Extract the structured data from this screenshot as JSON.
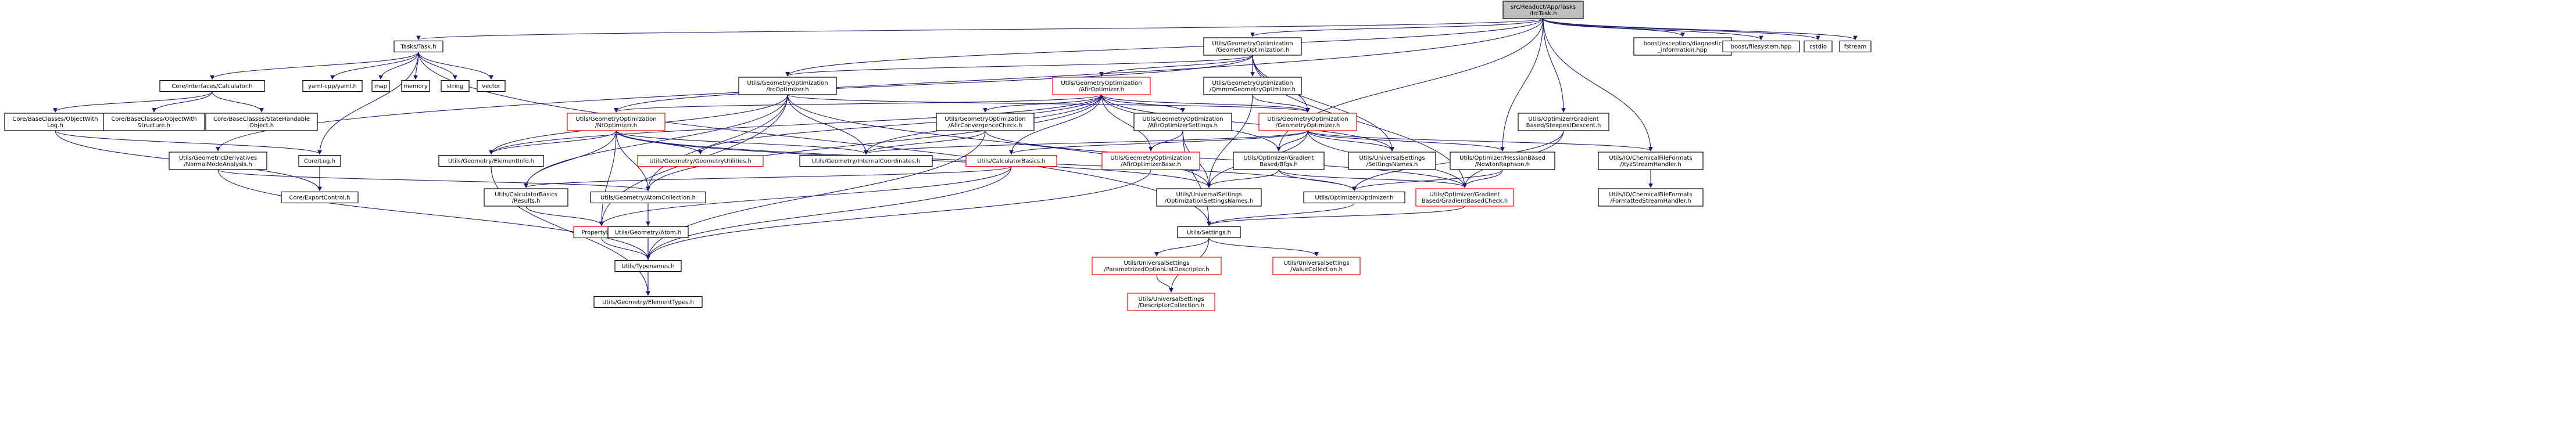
{
  "graph": {
    "title": "",
    "nodes": [
      {
        "id": "root",
        "lines": [
          "src/Readuct/App/Tasks",
          "/IrcTask.h"
        ],
        "style": "root"
      },
      {
        "id": "tasks_task",
        "lines": [
          "Tasks/Task.h"
        ],
        "style": "normal"
      },
      {
        "id": "geoopt",
        "lines": [
          "Utils/GeometryOptimization",
          "/GeometryOptimization.h"
        ],
        "style": "normal"
      },
      {
        "id": "boost_exc",
        "lines": [
          "boost/exception/diagnostic",
          "_information.hpp"
        ],
        "style": "gray"
      },
      {
        "id": "boost_fs",
        "lines": [
          "boost/filesystem.hpp"
        ],
        "style": "gray"
      },
      {
        "id": "cstdio",
        "lines": [
          "cstdio"
        ],
        "style": "gray"
      },
      {
        "id": "fstream",
        "lines": [
          "fstream"
        ],
        "style": "gray"
      },
      {
        "id": "calculator",
        "lines": [
          "Core/Interfaces/Calculator.h"
        ],
        "style": "normal"
      },
      {
        "id": "yaml",
        "lines": [
          "yaml-cpp/yaml.h"
        ],
        "style": "gray"
      },
      {
        "id": "map",
        "lines": [
          "map"
        ],
        "style": "gray"
      },
      {
        "id": "memory",
        "lines": [
          "memory"
        ],
        "style": "gray"
      },
      {
        "id": "string",
        "lines": [
          "string"
        ],
        "style": "gray"
      },
      {
        "id": "vector",
        "lines": [
          "vector"
        ],
        "style": "gray"
      },
      {
        "id": "ircopt",
        "lines": [
          "Utils/GeometryOptimization",
          "/IrcOptimizer.h"
        ],
        "style": "normal"
      },
      {
        "id": "afir",
        "lines": [
          "Utils/GeometryOptimization",
          "/AfirOptimizer.h"
        ],
        "style": "red"
      },
      {
        "id": "qmmm",
        "lines": [
          "Utils/GeometryOptimization",
          "/QmmmGeometryOptimizer.h"
        ],
        "style": "normal"
      },
      {
        "id": "obj_log",
        "lines": [
          "Core/BaseClasses/ObjectWith",
          "Log.h"
        ],
        "style": "normal"
      },
      {
        "id": "obj_struct",
        "lines": [
          "Core/BaseClasses/ObjectWith",
          "Structure.h"
        ],
        "style": "normal"
      },
      {
        "id": "state_obj",
        "lines": [
          "Core/BaseClasses/StateHandable",
          "Object.h"
        ],
        "style": "normal"
      },
      {
        "id": "nt_opt",
        "lines": [
          "Utils/GeometryOptimization",
          "/NtOptimizer.h"
        ],
        "style": "red"
      },
      {
        "id": "afir_conv",
        "lines": [
          "Utils/GeometryOptimization",
          "/AfirConvergenceCheck.h"
        ],
        "style": "normal"
      },
      {
        "id": "afir_settings",
        "lines": [
          "Utils/GeometryOptimization",
          "/AfirOptimizerSettings.h"
        ],
        "style": "normal"
      },
      {
        "id": "geo_optimizer",
        "lines": [
          "Utils/GeometryOptimization",
          "/GeometryOptimizer.h"
        ],
        "style": "red"
      },
      {
        "id": "grad_steep",
        "lines": [
          "Utils/Optimizer/Gradient",
          "Based/SteepestDescent.h"
        ],
        "style": "normal"
      },
      {
        "id": "normal_mode",
        "lines": [
          "Utils/GeometricDerivatives",
          "/NormalModeAnalysis.h"
        ],
        "style": "normal"
      },
      {
        "id": "core_log",
        "lines": [
          "Core/Log.h"
        ],
        "style": "normal"
      },
      {
        "id": "element_info",
        "lines": [
          "Utils/Geometry/ElementInfo.h"
        ],
        "style": "normal"
      },
      {
        "id": "geo_utils",
        "lines": [
          "Utils/Geometry/GeometryUtilities.h"
        ],
        "style": "red"
      },
      {
        "id": "internal_coords",
        "lines": [
          "Utils/Geometry/InternalCoordinates.h"
        ],
        "style": "normal"
      },
      {
        "id": "calc_basics",
        "lines": [
          "Utils/CalculatorBasics.h"
        ],
        "style": "red"
      },
      {
        "id": "afir_base",
        "lines": [
          "Utils/GeometryOptimization",
          "/AfirOptimizerBase.h"
        ],
        "style": "red"
      },
      {
        "id": "bfgs",
        "lines": [
          "Utils/Optimizer/Gradient",
          "Based/Bfgs.h"
        ],
        "style": "normal"
      },
      {
        "id": "settings_names",
        "lines": [
          "Utils/UniversalSettings",
          "/SettingsNames.h"
        ],
        "style": "normal"
      },
      {
        "id": "newton",
        "lines": [
          "Utils/Optimizer/HessianBased",
          "/NewtonRaphson.h"
        ],
        "style": "normal"
      },
      {
        "id": "xyz",
        "lines": [
          "Utils/IO/ChemicalFileFormats",
          "/XyzStreamHandler.h"
        ],
        "style": "normal"
      },
      {
        "id": "export_control",
        "lines": [
          "Core/ExportControl.h"
        ],
        "style": "normal"
      },
      {
        "id": "calc_results",
        "lines": [
          "Utils/CalculatorBasics",
          "/Results.h"
        ],
        "style": "normal"
      },
      {
        "id": "atom_collection",
        "lines": [
          "Utils/Geometry/AtomCollection.h"
        ],
        "style": "normal"
      },
      {
        "id": "opt_settings_names",
        "lines": [
          "Utils/UniversalSettings",
          "/OptimizationSettingsNames.h"
        ],
        "style": "normal"
      },
      {
        "id": "optimizer",
        "lines": [
          "Utils/Optimizer/Optimizer.h"
        ],
        "style": "normal"
      },
      {
        "id": "grad_check",
        "lines": [
          "Utils/Optimizer/Gradient",
          "Based/GradientBasedCheck.h"
        ],
        "style": "red"
      },
      {
        "id": "formatted_stream",
        "lines": [
          "Utils/IO/ChemicalFileFormats",
          "/FormattedStreamHandler.h"
        ],
        "style": "normal"
      },
      {
        "id": "property_list",
        "lines": [
          "PropertyList.h"
        ],
        "style": "red"
      },
      {
        "id": "atom",
        "lines": [
          "Utils/Geometry/Atom.h"
        ],
        "style": "normal"
      },
      {
        "id": "settings",
        "lines": [
          "Utils/Settings.h"
        ],
        "style": "normal"
      },
      {
        "id": "typenames",
        "lines": [
          "Utils/Typenames.h"
        ],
        "style": "normal"
      },
      {
        "id": "param_opt",
        "lines": [
          "Utils/UniversalSettings",
          "/ParametrizedOptionListDescriptor.h"
        ],
        "style": "red"
      },
      {
        "id": "value_coll",
        "lines": [
          "Utils/UniversalSettings",
          "/ValueCollection.h"
        ],
        "style": "red"
      },
      {
        "id": "element_types",
        "lines": [
          "Utils/Geometry/ElementTypes.h"
        ],
        "style": "normal"
      },
      {
        "id": "desc_coll",
        "lines": [
          "Utils/UniversalSettings",
          "/DescriptorCollection.h"
        ],
        "style": "red"
      }
    ],
    "edges": [
      [
        "root",
        "tasks_task"
      ],
      [
        "root",
        "geoopt"
      ],
      [
        "root",
        "boost_exc"
      ],
      [
        "root",
        "boost_fs"
      ],
      [
        "root",
        "cstdio"
      ],
      [
        "root",
        "fstream"
      ],
      [
        "root",
        "normal_mode"
      ],
      [
        "root",
        "ircopt"
      ],
      [
        "root",
        "bfgs"
      ],
      [
        "root",
        "newton"
      ],
      [
        "root",
        "grad_steep"
      ],
      [
        "root",
        "xyz"
      ],
      [
        "tasks_task",
        "calculator"
      ],
      [
        "tasks_task",
        "yaml"
      ],
      [
        "tasks_task",
        "map"
      ],
      [
        "tasks_task",
        "memory"
      ],
      [
        "tasks_task",
        "string"
      ],
      [
        "tasks_task",
        "vector"
      ],
      [
        "tasks_task",
        "core_log"
      ],
      [
        "tasks_task",
        "settings"
      ],
      [
        "calculator",
        "obj_log"
      ],
      [
        "calculator",
        "obj_struct"
      ],
      [
        "calculator",
        "state_obj"
      ],
      [
        "obj_log",
        "core_log"
      ],
      [
        "core_log",
        "export_control"
      ],
      [
        "obj_log",
        "export_control"
      ],
      [
        "geoopt",
        "ircopt"
      ],
      [
        "geoopt",
        "afir"
      ],
      [
        "geoopt",
        "qmmm"
      ],
      [
        "geoopt",
        "geo_optimizer"
      ],
      [
        "geoopt",
        "settings_names"
      ],
      [
        "geoopt",
        "grad_check"
      ],
      [
        "geoopt",
        "nt_opt"
      ],
      [
        "ircopt",
        "element_info"
      ],
      [
        "ircopt",
        "internal_coords"
      ],
      [
        "ircopt",
        "atom_collection"
      ],
      [
        "ircopt",
        "opt_settings_names"
      ],
      [
        "ircopt",
        "calc_results"
      ],
      [
        "ircopt",
        "geo_optimizer"
      ],
      [
        "ircopt",
        "property_list"
      ],
      [
        "afir",
        "nt_opt"
      ],
      [
        "afir",
        "afir_conv"
      ],
      [
        "afir",
        "afir_settings"
      ],
      [
        "afir",
        "geo_optimizer"
      ],
      [
        "afir",
        "afir_base"
      ],
      [
        "afir",
        "calc_basics"
      ],
      [
        "afir",
        "geo_utils"
      ],
      [
        "afir",
        "internal_coords"
      ],
      [
        "afir",
        "element_info"
      ],
      [
        "afir",
        "atom_collection"
      ],
      [
        "afir",
        "bfgs"
      ],
      [
        "afir",
        "settings_names"
      ],
      [
        "qmmm",
        "geo_optimizer"
      ],
      [
        "qmmm",
        "opt_settings_names"
      ],
      [
        "nt_opt",
        "element_info"
      ],
      [
        "nt_opt",
        "geo_utils"
      ],
      [
        "nt_opt",
        "internal_coords"
      ],
      [
        "nt_opt",
        "calc_results"
      ],
      [
        "nt_opt",
        "atom_collection"
      ],
      [
        "nt_opt",
        "property_list"
      ],
      [
        "nt_opt",
        "opt_settings_names"
      ],
      [
        "nt_opt",
        "optimizer"
      ],
      [
        "afir_conv",
        "internal_coords"
      ],
      [
        "afir_conv",
        "typenames"
      ],
      [
        "afir_conv",
        "grad_check"
      ],
      [
        "afir_settings",
        "afir_base"
      ],
      [
        "afir_settings",
        "settings"
      ],
      [
        "afir_settings",
        "opt_settings_names"
      ],
      [
        "geo_optimizer",
        "bfgs"
      ],
      [
        "geo_optimizer",
        "settings_names"
      ],
      [
        "geo_optimizer",
        "newton"
      ],
      [
        "geo_optimizer",
        "calc_basics"
      ],
      [
        "geo_optimizer",
        "internal_coords"
      ],
      [
        "geo_optimizer",
        "opt_settings_names"
      ],
      [
        "geo_optimizer",
        "grad_check"
      ],
      [
        "geo_optimizer",
        "xyz"
      ],
      [
        "grad_steep",
        "optimizer"
      ],
      [
        "grad_steep",
        "grad_check"
      ],
      [
        "normal_mode",
        "atom_collection"
      ],
      [
        "normal_mode",
        "typenames"
      ],
      [
        "element_info",
        "element_types"
      ],
      [
        "calc_basics",
        "calc_results"
      ],
      [
        "calc_basics",
        "property_list"
      ],
      [
        "calc_basics",
        "typenames"
      ],
      [
        "afir_base",
        "typenames"
      ],
      [
        "bfgs",
        "optimizer"
      ],
      [
        "bfgs",
        "grad_check"
      ],
      [
        "bfgs",
        "opt_settings_names"
      ],
      [
        "newton",
        "optimizer"
      ],
      [
        "newton",
        "grad_check"
      ],
      [
        "xyz",
        "formatted_stream"
      ],
      [
        "calc_results",
        "property_list"
      ],
      [
        "atom_collection",
        "atom"
      ],
      [
        "atom_collection",
        "typenames"
      ],
      [
        "optimizer",
        "settings"
      ],
      [
        "grad_check",
        "settings"
      ],
      [
        "property_list",
        "typenames"
      ],
      [
        "atom",
        "typenames"
      ],
      [
        "atom",
        "element_types"
      ],
      [
        "settings",
        "param_opt"
      ],
      [
        "settings",
        "value_coll"
      ],
      [
        "settings",
        "desc_coll"
      ],
      [
        "param_opt",
        "desc_coll"
      ],
      [
        "typenames",
        "element_types"
      ]
    ]
  }
}
